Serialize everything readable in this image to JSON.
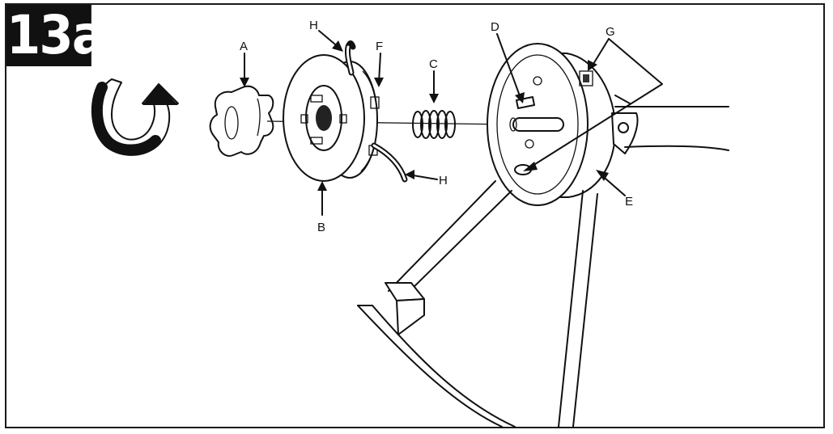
{
  "step": "13a",
  "labels": {
    "a": "A",
    "b": "B",
    "c": "C",
    "d": "D",
    "e": "E",
    "f": "F",
    "g": "G",
    "h_top": "H",
    "h_bottom": "H"
  },
  "colors": {
    "ink": "#111111",
    "paper": "#ffffff"
  },
  "icons": {
    "rotation": "counterclockwise-rotate-arrow-icon"
  }
}
